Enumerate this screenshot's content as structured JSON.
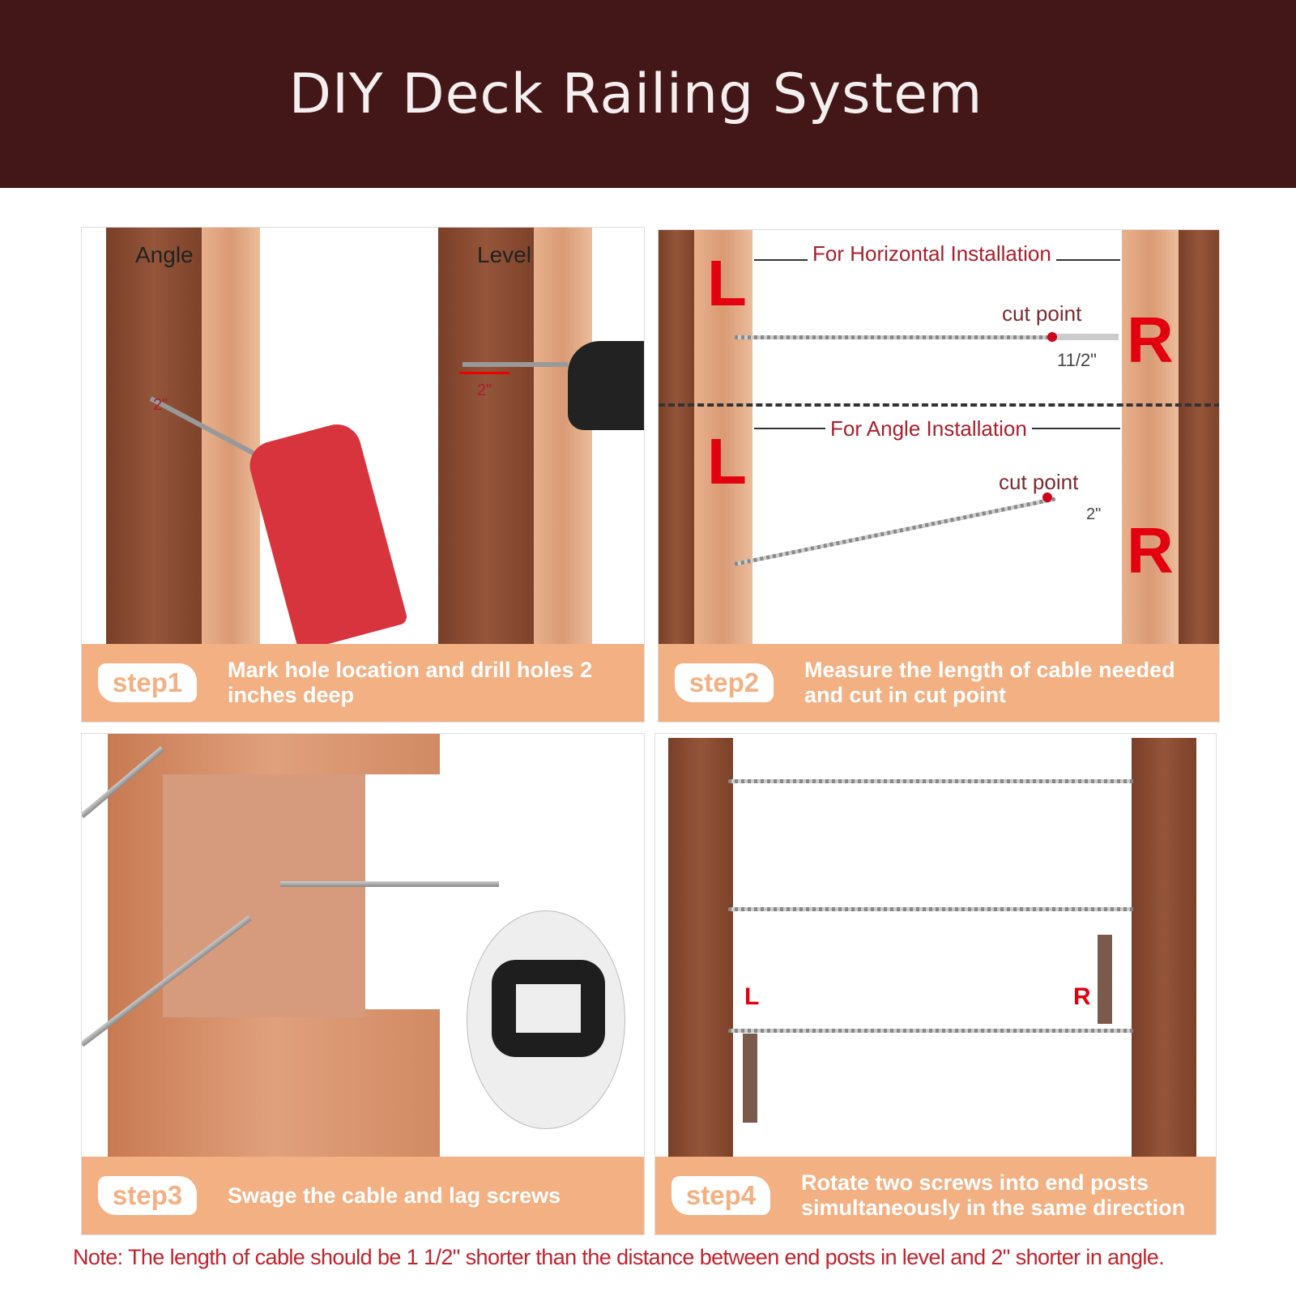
{
  "title": "DIY Deck Railing System",
  "steps": [
    {
      "badge": "step1",
      "text": "Mark hole location and drill holes 2 inches deep",
      "labels": {
        "angle": "Angle",
        "level": "Level",
        "depth_angle": "2\"",
        "depth_level": "2\""
      }
    },
    {
      "badge": "step2",
      "text": "Measure the length of cable needed and cut in cut point",
      "labels": {
        "horizontal": "For Horizontal Installation",
        "angle": "For Angle Installation",
        "cut_point": "cut point",
        "left": "L",
        "right": "R",
        "horiz_offset": "11/2\"",
        "angle_offset": "2\""
      }
    },
    {
      "badge": "step3",
      "text": "Swage the cable and lag screws"
    },
    {
      "badge": "step4",
      "text": "Rotate two screws into end posts simultaneously in the same direction",
      "labels": {
        "left": "L",
        "right": "R"
      }
    }
  ],
  "note": "Note: The length of cable should be 1 1/2\" shorter than the distance between end posts in level and 2\" shorter in angle."
}
